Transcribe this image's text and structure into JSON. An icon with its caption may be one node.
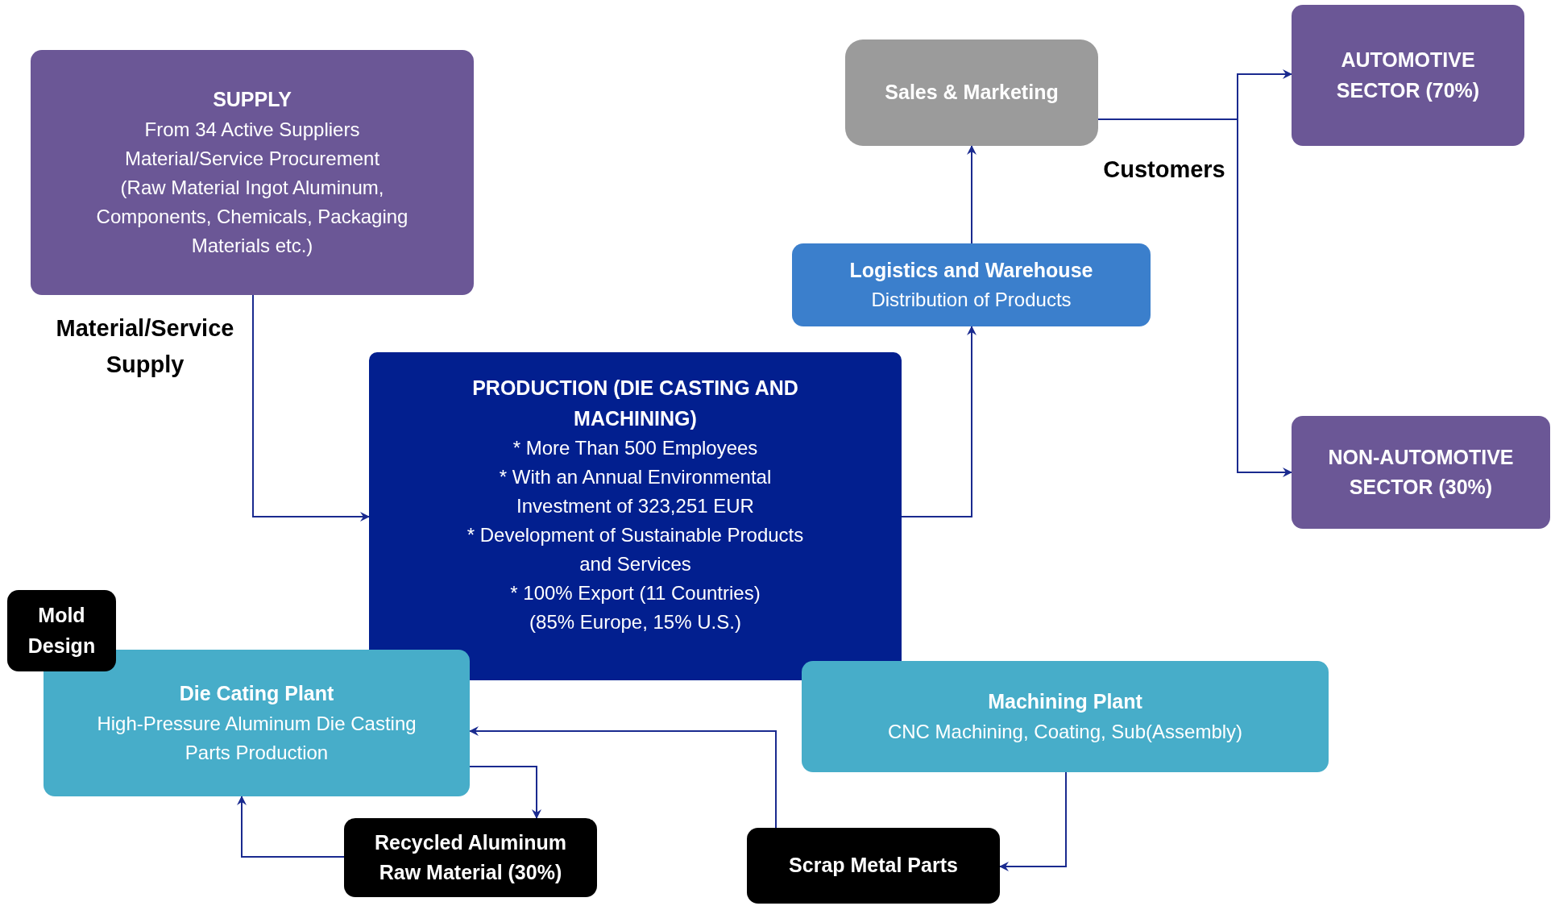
{
  "diagram": {
    "nodes": [
      {
        "text": [
          "SUPPLY",
          "From 34 Active Suppliers",
          "Material/Service Procurement",
          "(Raw Material Ingot Aluminum, Components, Chemicals, Packaging Materials etc.)"
        ]
      },
      {
        "text": [
          "Sales & Marketing"
        ]
      },
      {
        "text": [
          "AUTOMOTIVE SECTOR (70%)"
        ]
      },
      {
        "text": [
          "Logistics and Warehouse",
          "Distribution of Products"
        ]
      },
      {
        "text": [
          "NON-AUTOMOTIVE SECTOR (30%)"
        ]
      },
      {
        "text": [
          "PRODUCTION (DIE CASTING AND MACHINING)",
          "* More Than 500 Employees",
          "* With an Annual Environmental Investment of 323,251 EUR",
          "* Development of Sustainable Products and Services",
          "* 100% Export (11 Countries)",
          "(85% Europe, 15% U.S.)"
        ]
      },
      {
        "text": [
          "Mold Design"
        ]
      },
      {
        "text": [
          "Die Cating Plant",
          "High-Pressure Aluminum Die Casting Parts Production"
        ]
      },
      {
        "text": [
          "Machining Plant",
          "CNC Machining, Coating, Sub(Assembly)"
        ]
      },
      {
        "text": [
          "Recycled Aluminum Raw Material (30%)"
        ]
      },
      {
        "text": [
          "Scrap Metal Parts"
        ]
      }
    ],
    "edges": [
      {
        "from": 0,
        "to": 5,
        "arrow": "to"
      },
      {
        "from": 5,
        "to": 3,
        "arrow": "to"
      },
      {
        "from": 3,
        "to": 1,
        "arrow": "to"
      },
      {
        "from": 1,
        "to": 2,
        "arrow": "to"
      },
      {
        "from": 1,
        "to": 4,
        "arrow": "to"
      },
      {
        "from": 7,
        "to": 9,
        "arrow": "to"
      },
      {
        "from": 9,
        "to": 7,
        "arrow": "to"
      },
      {
        "from": 8,
        "to": 10,
        "arrow": "to"
      },
      {
        "from": 10,
        "to": 7,
        "arrow": "to"
      }
    ],
    "labels": [
      "Material/Service Supply",
      "Customers"
    ]
  }
}
